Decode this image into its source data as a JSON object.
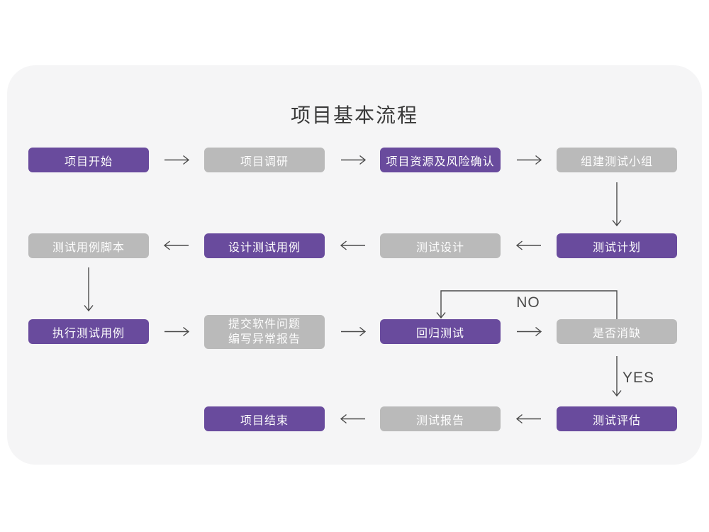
{
  "title": "项目基本流程",
  "colors": {
    "page_background": "#ffffff",
    "card_background": "#f5f5f6",
    "node_purple": "#694b9d",
    "node_gray": "#bababa",
    "node_text": "#fdfdfd",
    "arrow": "#4a4a4a",
    "title_text": "#3a3a3a"
  },
  "nodes": [
    {
      "id": "project-start",
      "label": "项目开始",
      "variant": "purple"
    },
    {
      "id": "project-research",
      "label": "项目调研",
      "variant": "gray"
    },
    {
      "id": "project-resources-risk",
      "label": "项目资源及风险确认",
      "variant": "purple"
    },
    {
      "id": "form-test-team",
      "label": "组建测试小组",
      "variant": "gray"
    },
    {
      "id": "test-plan",
      "label": "测试计划",
      "variant": "purple"
    },
    {
      "id": "test-design",
      "label": "测试设计",
      "variant": "gray"
    },
    {
      "id": "design-test-cases",
      "label": "设计测试用例",
      "variant": "purple"
    },
    {
      "id": "test-case-scripts",
      "label": "测试用例脚本",
      "variant": "gray"
    },
    {
      "id": "execute-test-cases",
      "label": "执行测试用例",
      "variant": "purple"
    },
    {
      "id": "submit-issue-report",
      "label": "提交软件问题\n编写异常报告",
      "variant": "gray"
    },
    {
      "id": "regression-test",
      "label": "回归测试",
      "variant": "purple"
    },
    {
      "id": "defect-resolved",
      "label": "是否消缺",
      "variant": "gray"
    },
    {
      "id": "test-evaluation",
      "label": "测试评估",
      "variant": "purple"
    },
    {
      "id": "test-report",
      "label": "测试报告",
      "variant": "gray"
    },
    {
      "id": "project-end",
      "label": "项目结束",
      "variant": "purple"
    }
  ],
  "edge_labels": {
    "no": "NO",
    "yes": "YES"
  },
  "edges": [
    {
      "from": "project-start",
      "to": "project-research"
    },
    {
      "from": "project-research",
      "to": "project-resources-risk"
    },
    {
      "from": "project-resources-risk",
      "to": "form-test-team"
    },
    {
      "from": "form-test-team",
      "to": "test-plan"
    },
    {
      "from": "test-plan",
      "to": "test-design"
    },
    {
      "from": "test-design",
      "to": "design-test-cases"
    },
    {
      "from": "design-test-cases",
      "to": "test-case-scripts"
    },
    {
      "from": "test-case-scripts",
      "to": "execute-test-cases"
    },
    {
      "from": "execute-test-cases",
      "to": "submit-issue-report"
    },
    {
      "from": "submit-issue-report",
      "to": "regression-test"
    },
    {
      "from": "regression-test",
      "to": "defect-resolved"
    },
    {
      "from": "defect-resolved",
      "to": "regression-test",
      "label": "NO"
    },
    {
      "from": "defect-resolved",
      "to": "test-evaluation",
      "label": "YES"
    },
    {
      "from": "test-evaluation",
      "to": "test-report"
    },
    {
      "from": "test-report",
      "to": "project-end"
    }
  ]
}
